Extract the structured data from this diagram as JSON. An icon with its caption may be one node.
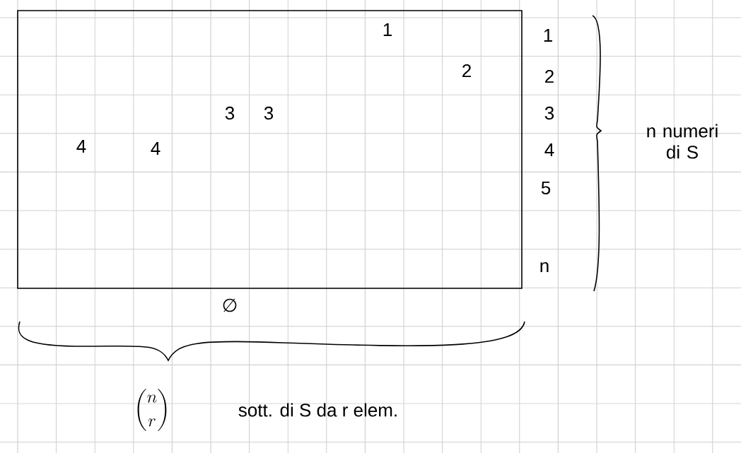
{
  "diagram": {
    "nodes": [
      {
        "text": [
          "1",
          "2",
          "3",
          "3",
          "4",
          "4"
        ]
      }
    ],
    "labels": [
      "1",
      "2",
      "3",
      "4",
      "5",
      "n",
      "n numeri di S",
      "∅",
      "\\binom{n}{r}",
      "sott. di S da r elem."
    ]
  }
}
